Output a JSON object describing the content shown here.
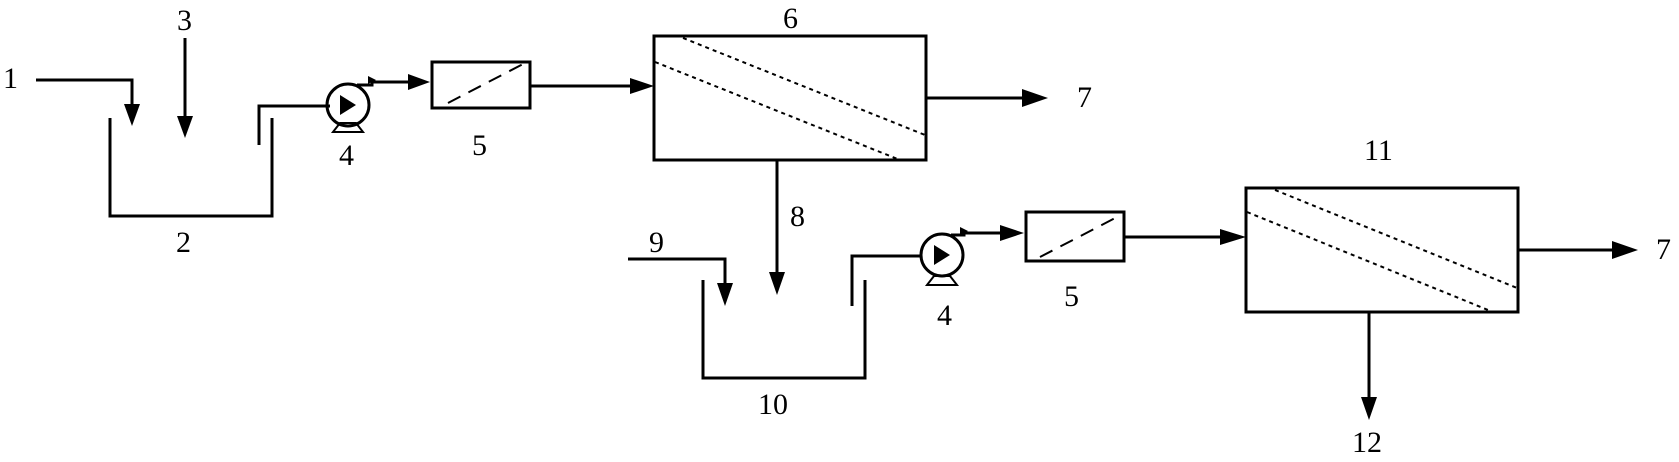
{
  "diagram": {
    "labels": {
      "n1": "1",
      "n2": "2",
      "n3": "3",
      "n4a": "4",
      "n4b": "4",
      "n5a": "5",
      "n5b": "5",
      "n6": "6",
      "n7a": "7",
      "n7b": "7",
      "n8": "8",
      "n9": "9",
      "n10": "10",
      "n11": "11",
      "n12": "12"
    }
  }
}
